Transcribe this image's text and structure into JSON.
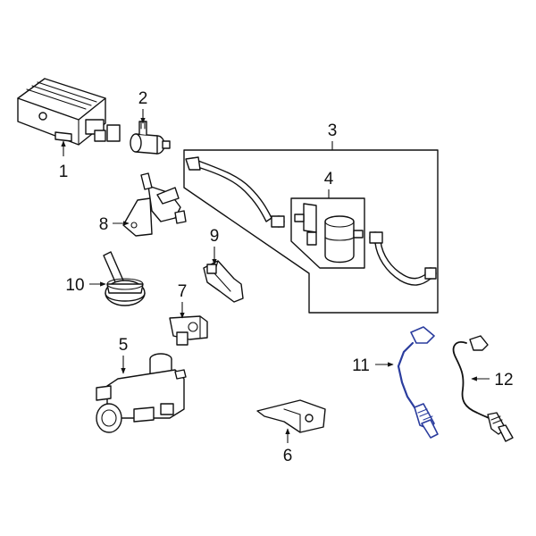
{
  "callouts": [
    {
      "id": "1",
      "text": "1"
    },
    {
      "id": "2",
      "text": "2"
    },
    {
      "id": "3",
      "text": "3"
    },
    {
      "id": "4",
      "text": "4"
    },
    {
      "id": "5",
      "text": "5"
    },
    {
      "id": "6",
      "text": "6"
    },
    {
      "id": "7",
      "text": "7"
    },
    {
      "id": "8",
      "text": "8"
    },
    {
      "id": "9",
      "text": "9"
    },
    {
      "id": "10",
      "text": "10"
    },
    {
      "id": "11",
      "text": "11"
    },
    {
      "id": "12",
      "text": "12"
    }
  ],
  "colors": {
    "line": "#111111",
    "highlight": "#2b3d9e",
    "background": "#ffffff"
  }
}
